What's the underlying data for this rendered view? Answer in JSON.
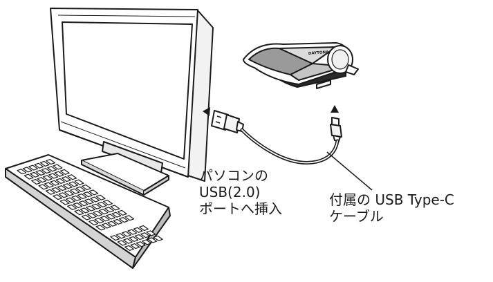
{
  "diagram": {
    "pc_port_label": {
      "line1": "パソコンの",
      "line2": "USB(2.0)",
      "line3": "ポートへ挿入"
    },
    "cable_label": {
      "line1": "付属の USB Type-C",
      "line2": "ケーブル"
    },
    "device_logo_text": "DAYTONA",
    "colors": {
      "line": "#1a1a1a",
      "fill_white": "#ffffff",
      "fill_light_gray": "#dcdcdc",
      "fill_mid_gray": "#9a9a9a",
      "fill_dark": "#2a2a2a"
    }
  }
}
